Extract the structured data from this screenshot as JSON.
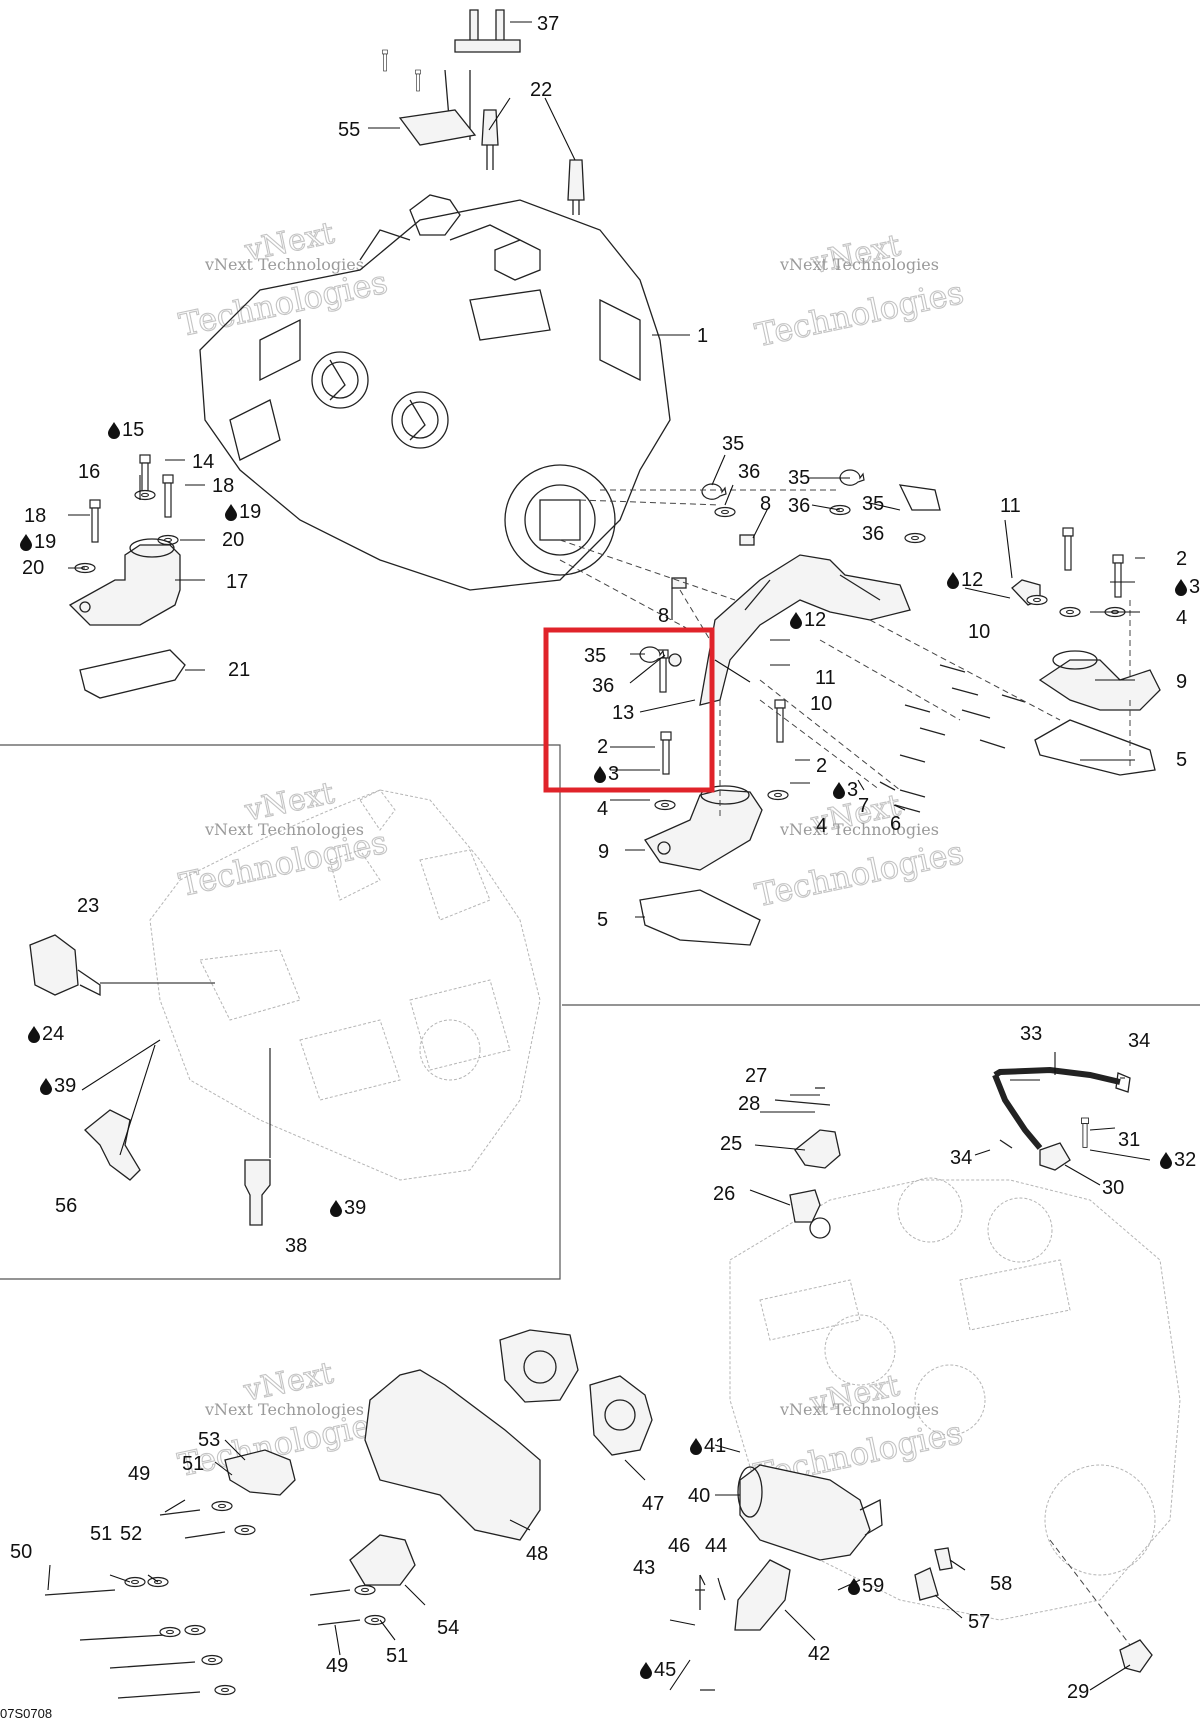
{
  "diagram": {
    "figure_code": "07S0708",
    "highlight_color": "#e0232a",
    "watermarks": [
      {
        "id": "wm1",
        "line1": "vNext",
        "line2": "vNext Technologies",
        "line3": "Technologies"
      },
      {
        "id": "wm2",
        "line1": "vNext",
        "line2": "vNext Technologies",
        "line3": "Technologies"
      },
      {
        "id": "wm3",
        "line1": "vNext",
        "line2": "vNext Technologies",
        "line3": "Technologies"
      },
      {
        "id": "wm4",
        "line1": "vNext",
        "line2": "vNext Technologies",
        "line3": "Technologies"
      },
      {
        "id": "wm5",
        "line1": "vNext",
        "line2": "vNext Technologies",
        "line3": "Technologies"
      },
      {
        "id": "wm6",
        "line1": "vNext",
        "line2": "vNext Technologies",
        "line3": "Technologies"
      }
    ],
    "callouts": [
      {
        "id": "c37",
        "text": "37"
      },
      {
        "id": "c22",
        "text": "22"
      },
      {
        "id": "c55",
        "text": "55"
      },
      {
        "id": "c1",
        "text": "1"
      },
      {
        "id": "c15",
        "text": "15",
        "drop": true
      },
      {
        "id": "c14",
        "text": "14"
      },
      {
        "id": "c16",
        "text": "16"
      },
      {
        "id": "c18a",
        "text": "18"
      },
      {
        "id": "c18b",
        "text": "18"
      },
      {
        "id": "c19a",
        "text": "19",
        "drop": true
      },
      {
        "id": "c19b",
        "text": "19",
        "drop": true
      },
      {
        "id": "c20a",
        "text": "20"
      },
      {
        "id": "c20b",
        "text": "20"
      },
      {
        "id": "c17",
        "text": "17"
      },
      {
        "id": "c21",
        "text": "21"
      },
      {
        "id": "c35a",
        "text": "35"
      },
      {
        "id": "c36a",
        "text": "36"
      },
      {
        "id": "c35b",
        "text": "35"
      },
      {
        "id": "c36b",
        "text": "36"
      },
      {
        "id": "c8a",
        "text": "8"
      },
      {
        "id": "c35c",
        "text": "35"
      },
      {
        "id": "c36c",
        "text": "36"
      },
      {
        "id": "c11a",
        "text": "11"
      },
      {
        "id": "c2a",
        "text": "2"
      },
      {
        "id": "c3a",
        "text": "3",
        "drop": true
      },
      {
        "id": "c12a",
        "text": "12",
        "drop": true
      },
      {
        "id": "c4a",
        "text": "4"
      },
      {
        "id": "c10a",
        "text": "10"
      },
      {
        "id": "c9a",
        "text": "9"
      },
      {
        "id": "c5a",
        "text": "5"
      },
      {
        "id": "c8b",
        "text": "8"
      },
      {
        "id": "c12b",
        "text": "12",
        "drop": true
      },
      {
        "id": "c11b",
        "text": "11"
      },
      {
        "id": "c10b",
        "text": "10"
      },
      {
        "id": "c35d",
        "text": "35"
      },
      {
        "id": "c36d",
        "text": "36"
      },
      {
        "id": "c13",
        "text": "13"
      },
      {
        "id": "c2b",
        "text": "2"
      },
      {
        "id": "c3b",
        "text": "3",
        "drop": true
      },
      {
        "id": "c2c",
        "text": "2"
      },
      {
        "id": "c3c",
        "text": "3",
        "drop": true
      },
      {
        "id": "c7",
        "text": "7"
      },
      {
        "id": "c6",
        "text": "6"
      },
      {
        "id": "c4b",
        "text": "4"
      },
      {
        "id": "c4c",
        "text": "4"
      },
      {
        "id": "c9b",
        "text": "9"
      },
      {
        "id": "c5b",
        "text": "5"
      },
      {
        "id": "c23",
        "text": "23"
      },
      {
        "id": "c24",
        "text": "24",
        "drop": true
      },
      {
        "id": "c39a",
        "text": "39",
        "drop": true
      },
      {
        "id": "c56",
        "text": "56"
      },
      {
        "id": "c38",
        "text": "38"
      },
      {
        "id": "c39b",
        "text": "39",
        "drop": true
      },
      {
        "id": "c33",
        "text": "33"
      },
      {
        "id": "c34a",
        "text": "34"
      },
      {
        "id": "c27",
        "text": "27"
      },
      {
        "id": "c28",
        "text": "28"
      },
      {
        "id": "c25",
        "text": "25"
      },
      {
        "id": "c31",
        "text": "31"
      },
      {
        "id": "c34b",
        "text": "34"
      },
      {
        "id": "c32",
        "text": "32",
        "drop": true
      },
      {
        "id": "c30",
        "text": "30"
      },
      {
        "id": "c26",
        "text": "26"
      },
      {
        "id": "c53",
        "text": "53"
      },
      {
        "id": "c51a",
        "text": "51"
      },
      {
        "id": "c49a",
        "text": "49"
      },
      {
        "id": "c47",
        "text": "47"
      },
      {
        "id": "c41",
        "text": "41",
        "drop": true
      },
      {
        "id": "c40",
        "text": "40"
      },
      {
        "id": "c50",
        "text": "50"
      },
      {
        "id": "c51b",
        "text": "51"
      },
      {
        "id": "c52",
        "text": "52"
      },
      {
        "id": "c48",
        "text": "48"
      },
      {
        "id": "c46",
        "text": "46"
      },
      {
        "id": "c44",
        "text": "44"
      },
      {
        "id": "c43",
        "text": "43"
      },
      {
        "id": "c59",
        "text": "59",
        "drop": true
      },
      {
        "id": "c58",
        "text": "58"
      },
      {
        "id": "c57",
        "text": "57"
      },
      {
        "id": "c54",
        "text": "54"
      },
      {
        "id": "c49b",
        "text": "49"
      },
      {
        "id": "c51c",
        "text": "51"
      },
      {
        "id": "c45",
        "text": "45",
        "drop": true
      },
      {
        "id": "c42",
        "text": "42"
      },
      {
        "id": "c29",
        "text": "29"
      }
    ]
  }
}
